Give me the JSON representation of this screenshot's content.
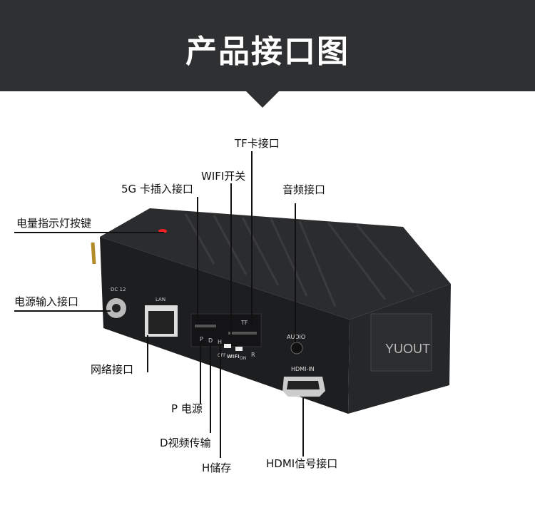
{
  "header": {
    "title": "产品接口图"
  },
  "device": {
    "brand": "YUOUT",
    "port_labels": {
      "dc": "DC 12",
      "lan": "LAN",
      "audio": "AUDIO",
      "hdmi": "HDMI-IN",
      "tf": "TF",
      "wifi": "WIFI",
      "off": "OFF",
      "on": "ON",
      "p": "P",
      "d": "D",
      "h": "H",
      "r": "R"
    }
  },
  "labels": {
    "tf": "TF卡接口",
    "wifi": "WIFI开关",
    "sim": "5G 卡插入接口",
    "audio": "音频接口",
    "battery": "电量指示灯按键",
    "power": "电源输入接口",
    "network": "网络接口",
    "p": "P 电源",
    "d": "D视频传输",
    "h": "H储存",
    "hdmi": "HDMI信号接口"
  }
}
